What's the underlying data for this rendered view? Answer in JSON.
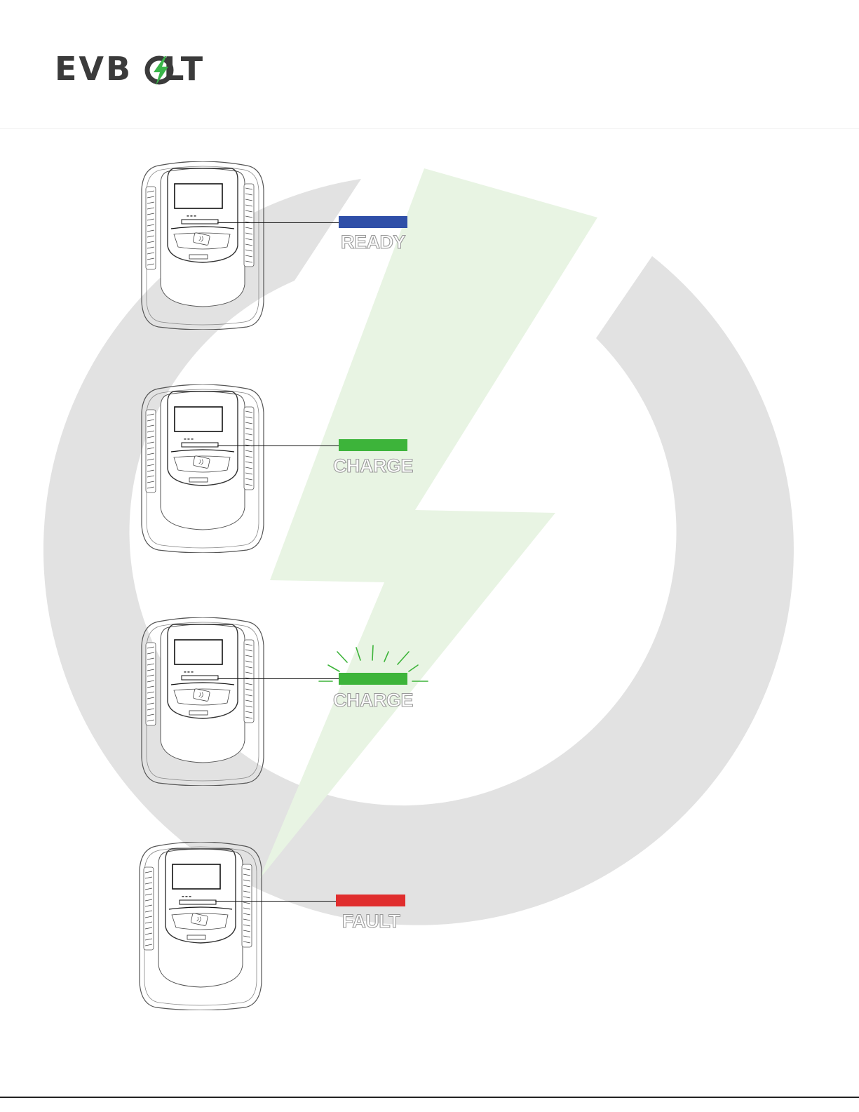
{
  "brand": {
    "logo_text": "EVBOLT"
  },
  "colors": {
    "ready": "#2f4fa8",
    "charge": "#3db43a",
    "fault": "#e02d2d",
    "logo_bolt": "#3ab54a"
  },
  "states": [
    {
      "label": "READY",
      "color": "#2f4fa8",
      "blinking": false
    },
    {
      "label": "CHARGE",
      "color": "#3db43a",
      "blinking": false
    },
    {
      "label": "CHARGE",
      "color": "#3db43a",
      "blinking": true
    },
    {
      "label": "FAULT",
      "color": "#e02d2d",
      "blinking": false
    }
  ],
  "icons": [
    "power-ring-icon",
    "lightning-bolt-icon",
    "rfid-card-icon",
    "blink-rays-icon"
  ]
}
